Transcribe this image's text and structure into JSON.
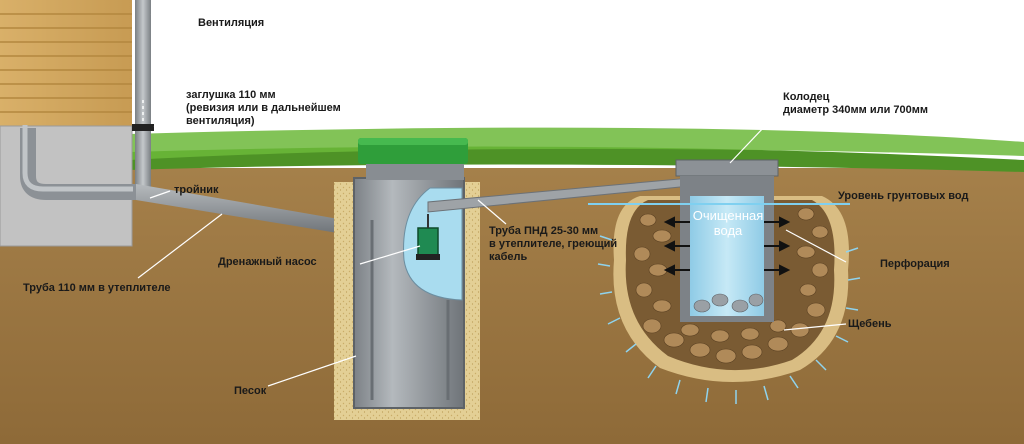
{
  "labels": {
    "ventilation": "Вентиляция",
    "plug": "заглушка 110 мм\n(ревизия или в дальнейшем\nвентиляция)",
    "tee": "тройник",
    "pipe_110": "Труба 110 мм в утеплителе",
    "drain_pump": "Дренажный насос",
    "sand": "Песок",
    "pnd_pipe": "Труба ПНД 25-30 мм\nв утеплителе, греющий\nкабель",
    "well": "Колодец\nдиаметр 340мм или 700мм",
    "groundwater": "Уровень грунтовых вод",
    "purified_water": "Очищенная\nвода",
    "perforation": "Перфорация",
    "gravel": "Щебень"
  },
  "colors": {
    "soil": "#9a7540",
    "grass": "#5aa02c",
    "tank_lid": "#2f9e3a",
    "water": "#a9dcef",
    "concrete": "#8a8f94",
    "sand": "#e7d49a",
    "groundwater_line": "#7fd0f0"
  }
}
